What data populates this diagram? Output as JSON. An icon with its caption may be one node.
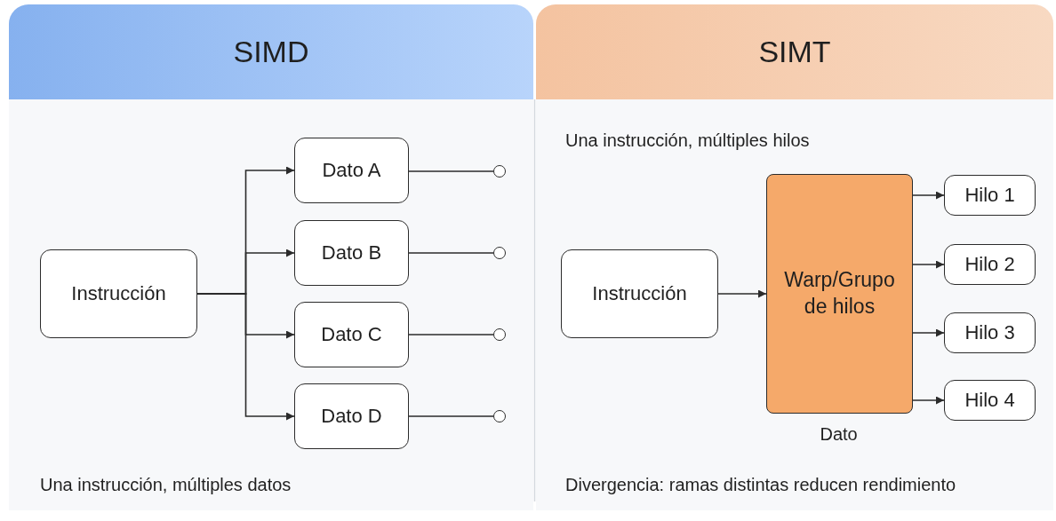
{
  "diagram": {
    "nodes": [
      {
        "text": [
          "SIMD"
        ]
      },
      {
        "text": [
          "Instrucción"
        ]
      },
      {
        "text": [
          "Dato A"
        ]
      },
      {
        "text": [
          "Dato B"
        ]
      },
      {
        "text": [
          "Dato C"
        ]
      },
      {
        "text": [
          "Dato D"
        ]
      },
      {
        "text": [],
        "shape": "circle"
      },
      {
        "text": [],
        "shape": "circle"
      },
      {
        "text": [],
        "shape": "circle"
      },
      {
        "text": [],
        "shape": "circle"
      },
      {
        "text": [
          "SIMT"
        ]
      },
      {
        "text": [
          "Instrucción"
        ]
      },
      {
        "text": [
          "Warp/Grupo de hilos"
        ],
        "beside": [
          "Dato"
        ]
      },
      {
        "text": [
          "Hilo 1"
        ]
      },
      {
        "text": [
          "Hilo 2"
        ]
      },
      {
        "text": [
          "Hilo 3"
        ]
      },
      {
        "text": [
          "Hilo 4"
        ]
      }
    ],
    "edges": [
      {
        "from": 1,
        "to": 2,
        "arrow": "to"
      },
      {
        "from": 1,
        "to": 3,
        "arrow": "to"
      },
      {
        "from": 1,
        "to": 4,
        "arrow": "to"
      },
      {
        "from": 1,
        "to": 5,
        "arrow": "to"
      },
      {
        "from": 2,
        "to": 6,
        "arrow": "none"
      },
      {
        "from": 3,
        "to": 7,
        "arrow": "none"
      },
      {
        "from": 4,
        "to": 8,
        "arrow": "none"
      },
      {
        "from": 5,
        "to": 9,
        "arrow": "none"
      },
      {
        "from": 11,
        "to": 12,
        "arrow": "to"
      },
      {
        "from": 12,
        "to": 13,
        "arrow": "to"
      },
      {
        "from": 12,
        "to": 14,
        "arrow": "to"
      },
      {
        "from": 12,
        "to": 15,
        "arrow": "to"
      },
      {
        "from": 12,
        "to": 16,
        "arrow": "to"
      }
    ],
    "labels": [
      "Una instrucción, múltiples hilos",
      "Una instrucción, múltiples datos",
      "Divergencia: ramas distintas reducen rendimiento"
    ]
  }
}
